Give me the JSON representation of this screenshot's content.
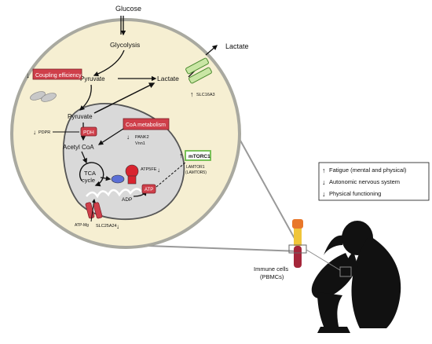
{
  "labels": {
    "glucose": "Glucose",
    "glycolysis": "Glycolysis",
    "lactate_top": "Lactate",
    "lactate_mid": "Lactate",
    "pyruvate_cyto": "Pyruvate",
    "pyruvate_mito": "Pyruvate",
    "acetyl_coa": "Acetyl CoA",
    "tca_line1": "TCA",
    "tca_line2": "cycle",
    "adp": "ADP",
    "atp": "ATP",
    "pdh": "PDH",
    "pdpr": "PDPR",
    "pank2": "PANK2",
    "vnn1": "Vnn1",
    "atp5fe": "ATP5FE",
    "lamtor1": "LAMTOR1",
    "lamtor5": "(LAMTOR5)",
    "atp_mg": "ATP-Mg",
    "slc25a24": "SLC25A24",
    "slc16a3": "SLC16A3",
    "cells_line1": "Immune cells",
    "cells_line2": "(PBMCs)"
  },
  "boxes": {
    "coupling": "Coupling efficiency",
    "coa": "CoA metabolism",
    "mtorc1": "mTORC1"
  },
  "symptoms": [
    {
      "arrow": "↑",
      "text": "Fatigue (mental and physical)"
    },
    {
      "arrow": "↓",
      "text": "Autonomic nervous system"
    },
    {
      "arrow": "↓",
      "text": "Physical functioning"
    }
  ],
  "markers": {
    "up": "↑",
    "down": "↓"
  },
  "colors": {
    "cell_fill": "#f6efd2",
    "cell_stroke": "#a9a9a0",
    "mito_fill": "#d9d9d9",
    "red_box": "#cf3f4a",
    "green_box": "#6cbb4a",
    "transporter_green": "#c9e6a4",
    "tube_orange": "#e8772a",
    "tube_yellow": "#f0c53a",
    "tube_red": "#a5263a",
    "silhouette": "#111111"
  }
}
